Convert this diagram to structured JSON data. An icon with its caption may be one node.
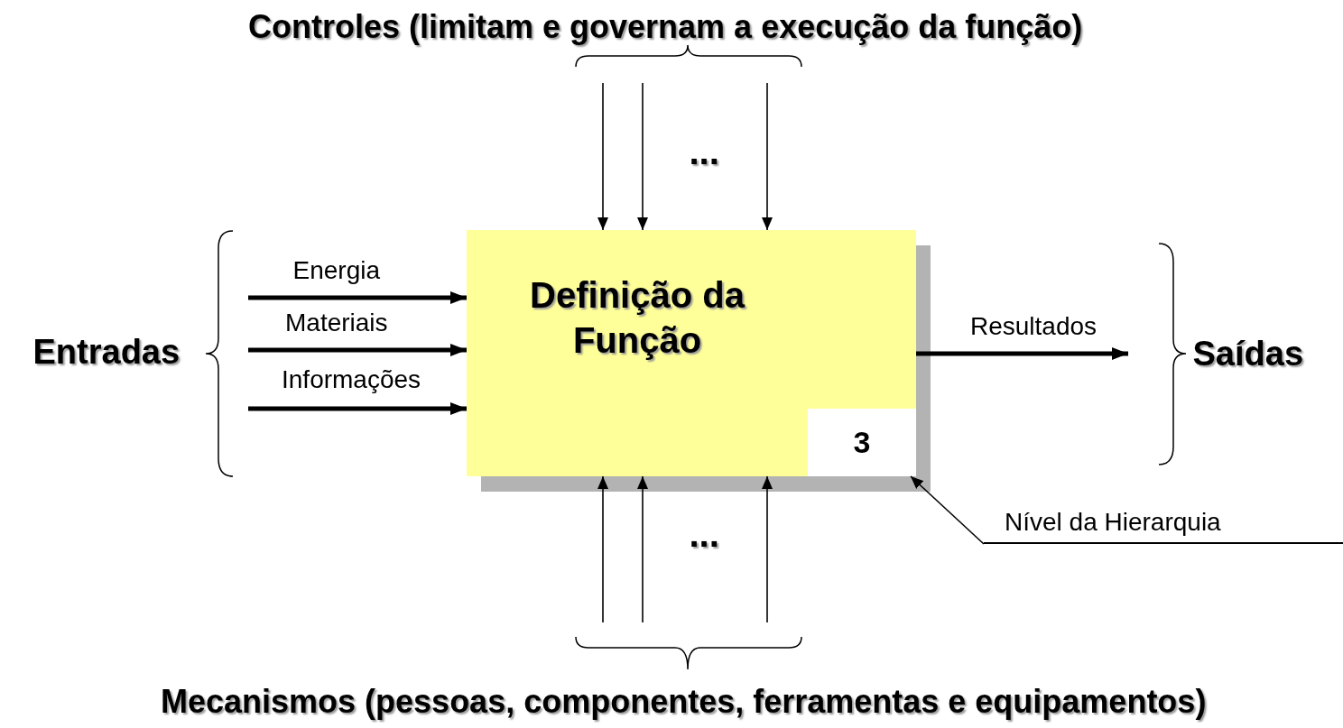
{
  "diagram": {
    "nodes": [
      {
        "text": [
          "Definição da Função"
        ]
      },
      {
        "text": [
          "3"
        ],
        "in": 0
      },
      {
        "text": [
          "Nível da Hierarquia"
        ]
      }
    ],
    "edges": [
      {
        "from": null,
        "to": 0,
        "arrow": "to"
      },
      {
        "from": null,
        "to": 0,
        "arrow": "to"
      },
      {
        "from": null,
        "to": 0,
        "arrow": "to"
      },
      {
        "from": null,
        "to": 0,
        "arrow": "to",
        "label": "Energia",
        "style": "thick"
      },
      {
        "from": null,
        "to": 0,
        "arrow": "to",
        "label": "Materiais",
        "style": "thick"
      },
      {
        "from": null,
        "to": 0,
        "arrow": "to",
        "label": "Informações",
        "style": "thick"
      },
      {
        "from": 0,
        "to": null,
        "arrow": "to",
        "label": "Resultados",
        "style": "thick"
      },
      {
        "from": 2,
        "to": 1,
        "arrow": "to"
      },
      {
        "from": null,
        "to": 0,
        "arrow": "to"
      },
      {
        "from": null,
        "to": 0,
        "arrow": "to"
      },
      {
        "from": null,
        "to": 0,
        "arrow": "to"
      }
    ],
    "labels": [
      "Controles (limitam e governam a execução da função)",
      "...",
      "Entradas",
      "Saídas",
      "...",
      "Mecanismos (pessoas, componentes, ferramentas e equipamentos)"
    ]
  }
}
